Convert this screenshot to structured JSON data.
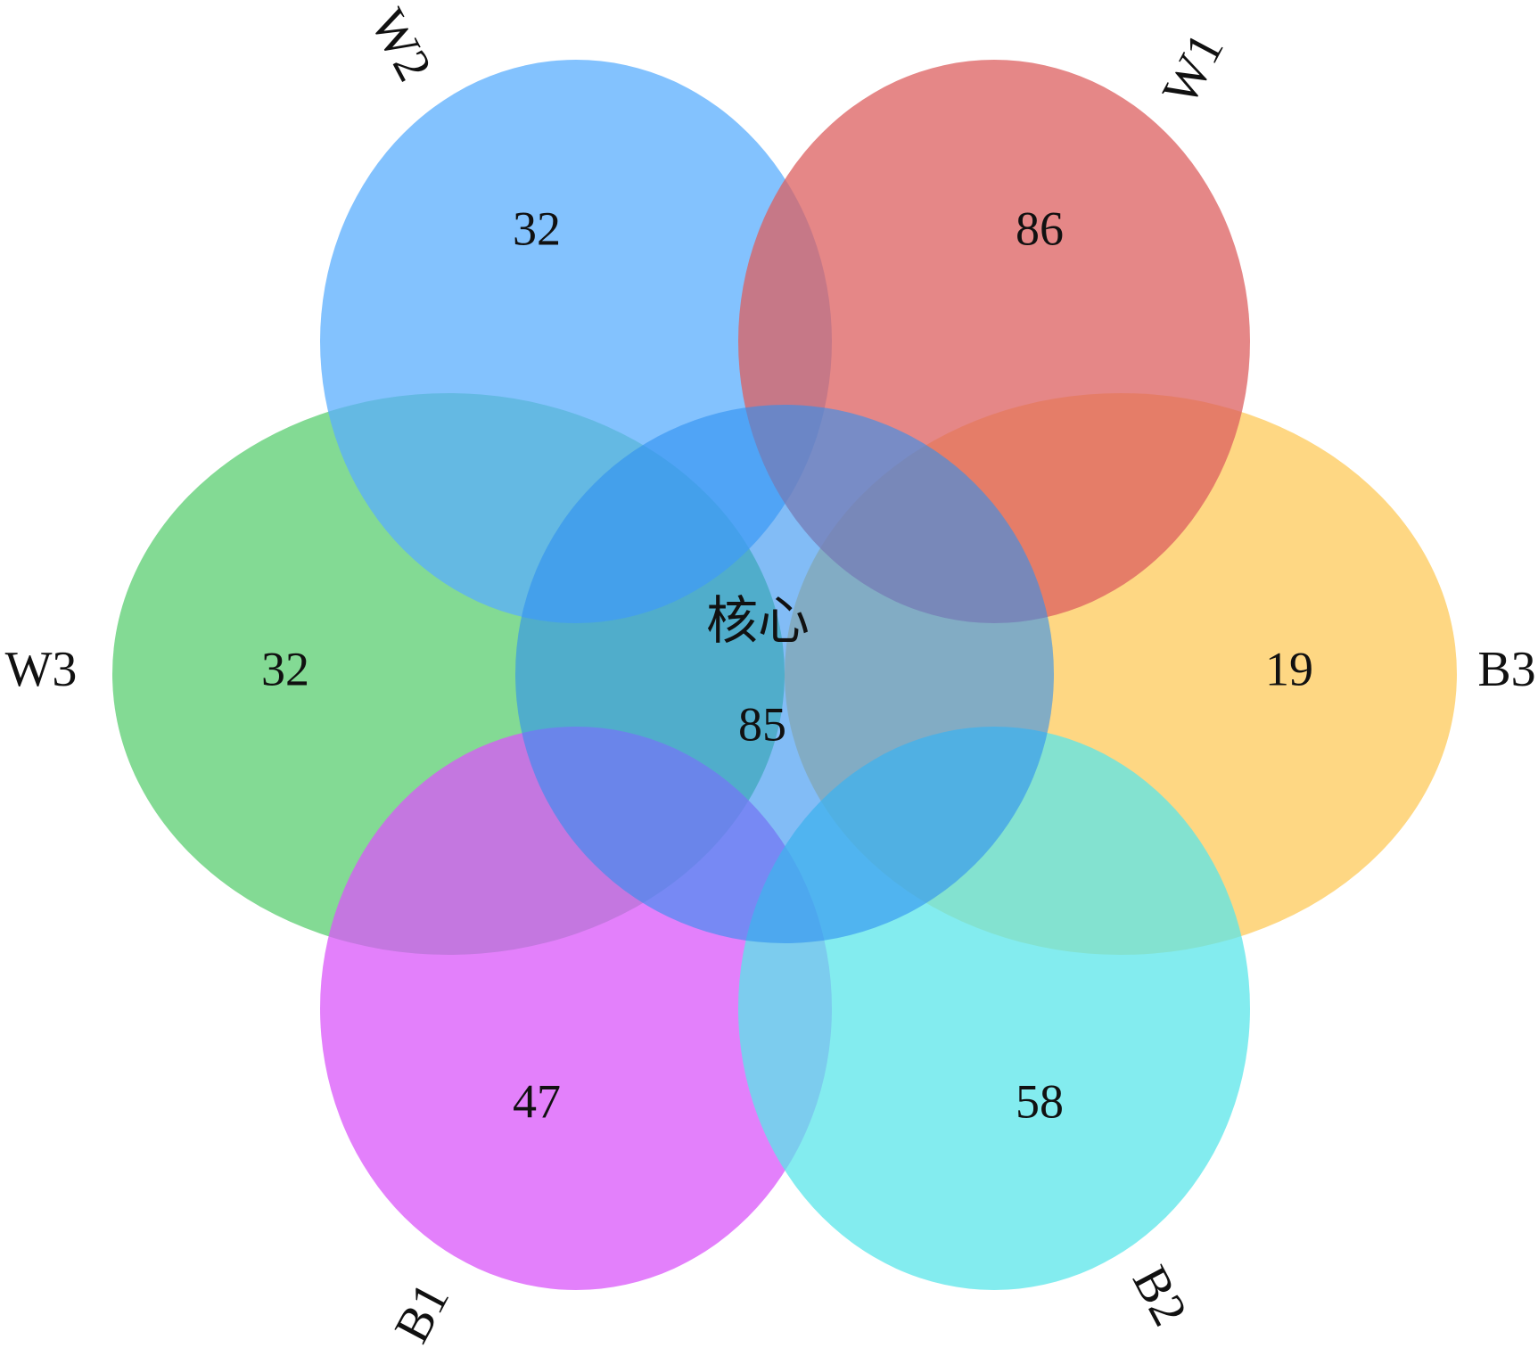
{
  "sets": [
    {
      "id": "W1",
      "label": "W1",
      "count": "86",
      "color": "#DC5F5F"
    },
    {
      "id": "W2",
      "label": "W2",
      "count": "32",
      "color": "#5AAEFD"
    },
    {
      "id": "W3",
      "label": "W3",
      "count": "32",
      "color": "#5ACE70"
    },
    {
      "id": "B1",
      "label": "B1",
      "count": "47",
      "color": "#DA55FA"
    },
    {
      "id": "B2",
      "label": "B2",
      "count": "58",
      "color": "#5AE6EA"
    },
    {
      "id": "B3",
      "label": "B3",
      "count": "19",
      "color": "#FDC95A"
    }
  ],
  "core": {
    "label": "核心",
    "count": "85",
    "color": "#2E8FF0"
  }
}
